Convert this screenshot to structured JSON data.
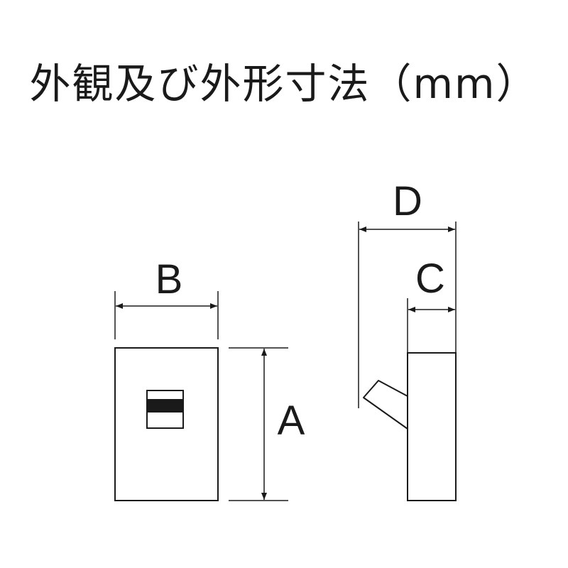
{
  "title": "外観及び外形寸法（mm）",
  "labels": {
    "a": "A",
    "b": "B",
    "c": "C",
    "d": "D"
  },
  "colors": {
    "ink": "#1a1a1a",
    "background": "#ffffff"
  }
}
